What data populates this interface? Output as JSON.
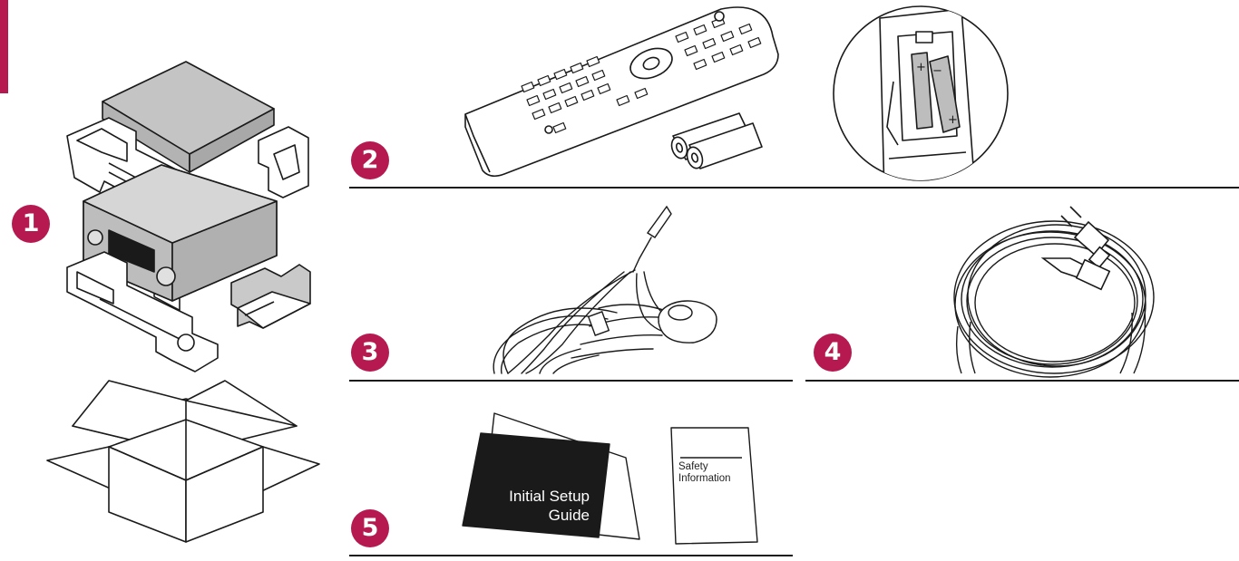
{
  "colors": {
    "accent": "#b5194f",
    "line": "#1a1a1a",
    "fill_gray": "#bdbdbd"
  },
  "items": [
    {
      "number": "1"
    },
    {
      "number": "2"
    },
    {
      "number": "3"
    },
    {
      "number": "4"
    },
    {
      "number": "5"
    }
  ],
  "booklets": {
    "setup_line1": "Initial Setup",
    "setup_line2": "Guide",
    "safety_line1": "Safety",
    "safety_line2": "Information"
  }
}
